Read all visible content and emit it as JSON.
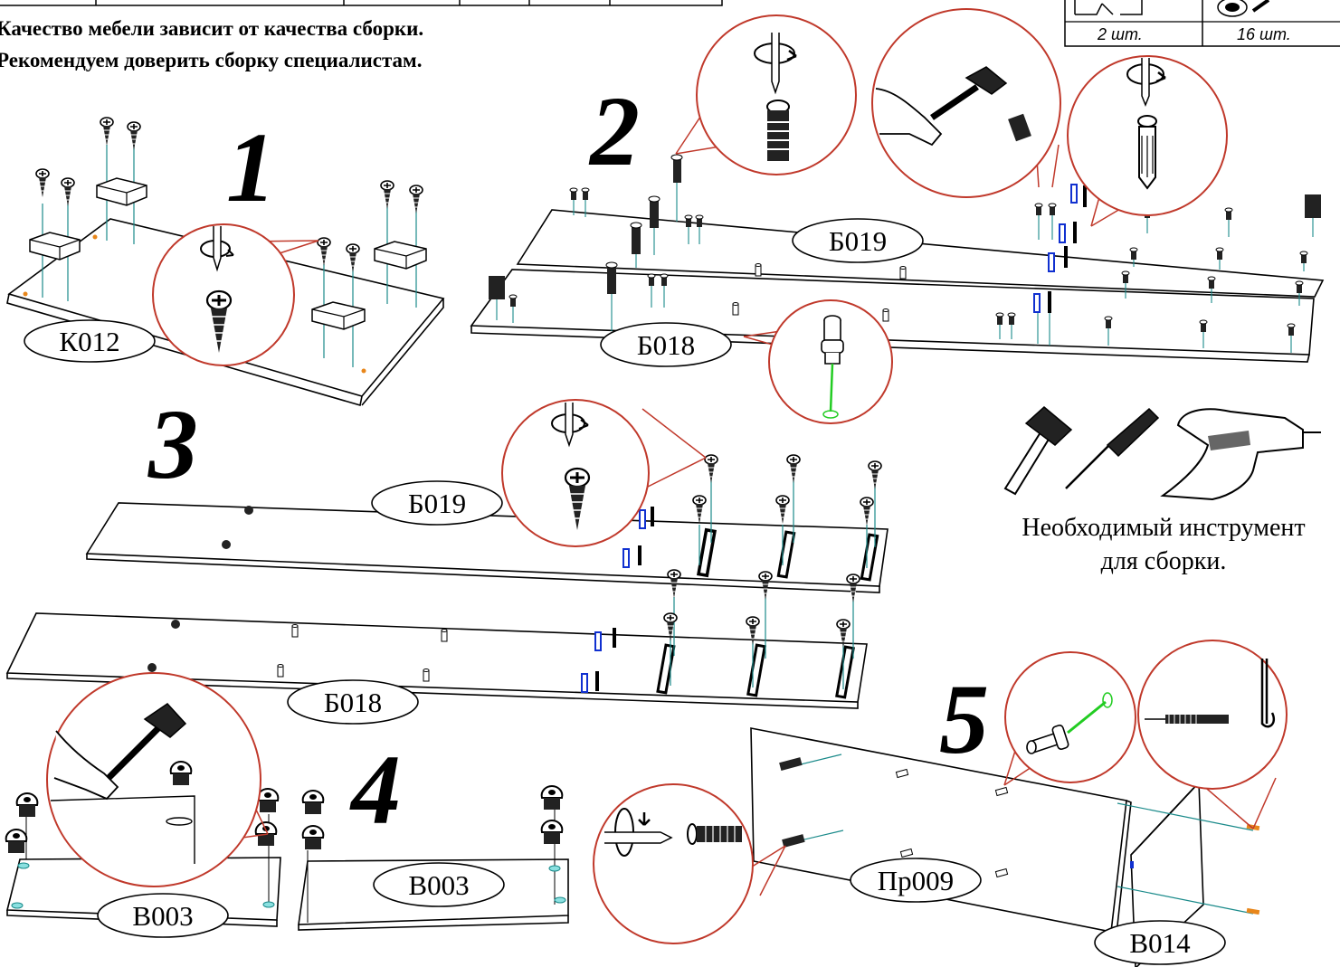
{
  "notice": {
    "line1": "Качество мебели зависит от качества сборки.",
    "line2": "Рекомендуем доверить сборку специалистам."
  },
  "parts_box": {
    "qty_left": "2 шт.",
    "qty_right": "16 шт."
  },
  "steps": [
    {
      "number": "1",
      "panels": [
        "К012"
      ]
    },
    {
      "number": "2",
      "panels": [
        "Б019",
        "Б018"
      ]
    },
    {
      "number": "3",
      "panels": [
        "Б019",
        "Б018"
      ]
    },
    {
      "number": "4",
      "panels": [
        "В003",
        "В003"
      ]
    },
    {
      "number": "5",
      "panels": [
        "Пр009",
        "В014"
      ]
    }
  ],
  "tools": {
    "caption_line1": "Необходимый инструмент",
    "caption_line2": "для сборки.",
    "items": [
      "hammer-icon",
      "screwdriver-icon",
      "drill-icon"
    ]
  },
  "colors": {
    "callout": "#c0392b",
    "guide": "#1a8a8a",
    "dowel_line": "#22cc22",
    "marker": "#e8861a",
    "cam": "#1030d0"
  }
}
